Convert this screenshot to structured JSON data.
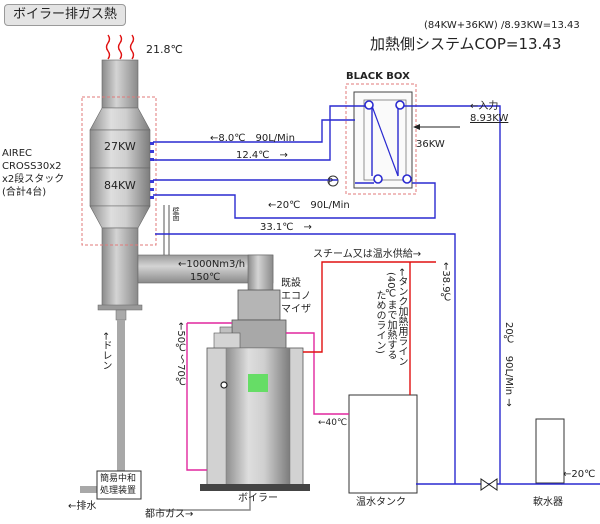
{
  "title": "ボイラー排ガス熱",
  "formula": "(84KW+36KW) /8.93KW=13.43",
  "cop": "加熱側システムCOP=13.43",
  "exhaust_temp": "21.8℃",
  "black_box": "BLACK BOX",
  "input_label": "←入力",
  "input_value": "8.93KW",
  "kw36": "36KW",
  "kw27": "27KW",
  "kw84": "84KW",
  "airec": [
    "AIREC",
    "CROSS30x2",
    "x2段スタック",
    "(合計4台)"
  ],
  "flow1": "←8.0℃　90L/Min",
  "flow2": "12.4℃　→",
  "flow3": "←20℃　90L/Min",
  "flow4": "33.1℃　→",
  "wall": "壁面",
  "exhaust_flow": "←1000Nm3/h",
  "exhaust_flow_temp": "150℃",
  "economizer": [
    "既設",
    "エコノ",
    "マイザ"
  ],
  "steam": "スチーム又は温水供給→",
  "temp_389": "←38.9℃",
  "tank_line": "←タンク加熱用ライン",
  "tank_line_note1": "(40℃まで加熱する",
  "tank_line_note2": "ためのライン)",
  "drain": "←ドレン",
  "temp_5070": "←50℃〜70℃",
  "temp_40": "←40℃",
  "return_flow": "20℃　90L/Min →",
  "inlet_20": "←20℃",
  "neutralizer": [
    "簡易中和",
    "処理装置"
  ],
  "drainage": "←排水",
  "city_gas": "都市ガス→",
  "boiler": "ボイラー",
  "tank": "温水タンク",
  "softener": "軟水器",
  "pump_mark": "P",
  "colors": {
    "water_line": "#2a2ad0",
    "hot_line": "#e0279e",
    "steam_line": "#e01010",
    "dashed_box": "#e07a7a"
  }
}
